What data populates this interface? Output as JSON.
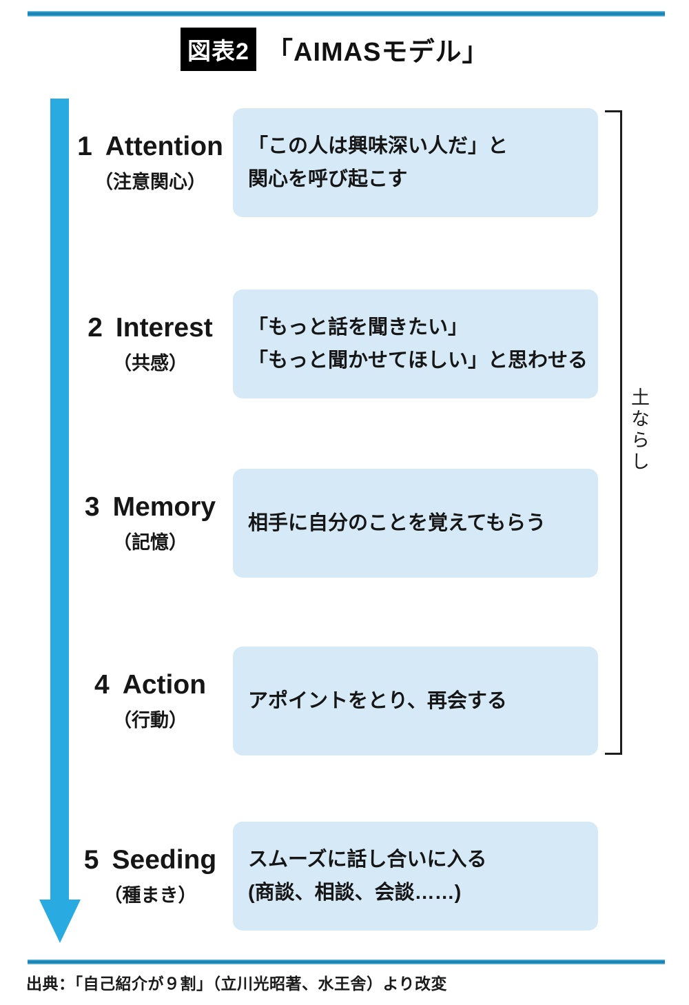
{
  "header": {
    "figure_label": "図表2",
    "title": "「AIMASモデル」"
  },
  "steps": [
    {
      "number": "1",
      "name": "Attention",
      "kana": "（注意関心）",
      "description": "「この人は興味深い人だ」と\n関心を呼び起こす"
    },
    {
      "number": "2",
      "name": "Interest",
      "kana": "（共感）",
      "description": "「もっと話を聞きたい」\n「もっと聞かせてほしい」と思わせる"
    },
    {
      "number": "3",
      "name": "Memory",
      "kana": "（記憶）",
      "description": "相手に自分のことを覚えてもらう"
    },
    {
      "number": "4",
      "name": "Action",
      "kana": "（行動）",
      "description": "アポイントをとり、再会する"
    },
    {
      "number": "5",
      "name": "Seeding",
      "kana": "（種まき）",
      "description": "スムーズに話し合いに入る\n(商談、相談、会談……)"
    }
  ],
  "bracket": {
    "label": "土ならし"
  },
  "footer": {
    "source": "出典：「自己紹介が９割」（立川光昭著、水王舎）より改変"
  },
  "colors": {
    "accent_blue": "#29abe2",
    "rule_blue": "#1b84b6",
    "box_fill": "#d6e9f6",
    "label_box_black": "#000000",
    "ink": "#1a1a1a"
  }
}
